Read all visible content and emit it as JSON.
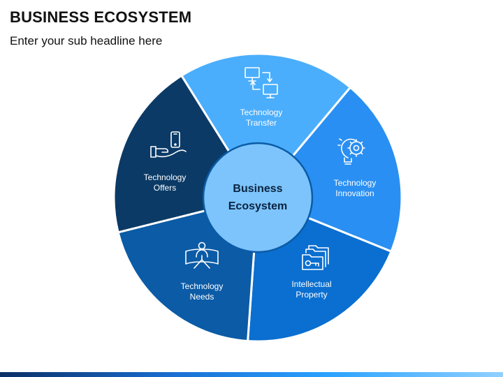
{
  "header": {
    "title": "BUSINESS ECOSYSTEM",
    "subtitle": "Enter your sub headline here"
  },
  "center": {
    "line1": "Business",
    "line2": "Ecosystem",
    "color": "#7cc4fb"
  },
  "segments": [
    {
      "line1": "Technology",
      "line2": "Transfer",
      "icon": "computer-transfer-icon",
      "color": "#4aaefc"
    },
    {
      "line1": "Technology",
      "line2": "Innovation",
      "icon": "lightbulb-gear-icon",
      "color": "#2a8ff2"
    },
    {
      "line1": "Intellectual",
      "line2": "Property",
      "icon": "folder-key-icon",
      "color": "#0a6fd0"
    },
    {
      "line1": "Technology",
      "line2": "Needs",
      "icon": "person-vr-icon",
      "color": "#0b5ba6"
    },
    {
      "line1": "Technology",
      "line2": "Offers",
      "icon": "hand-phone-icon",
      "color": "#0b3a66"
    }
  ]
}
